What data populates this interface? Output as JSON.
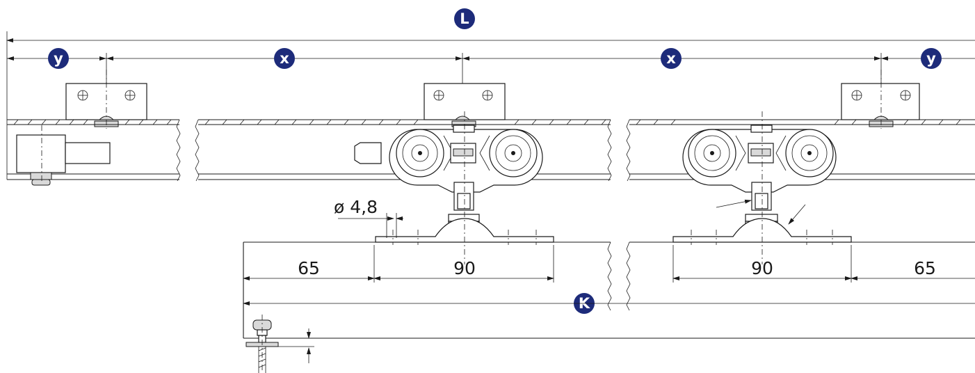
{
  "labels": {
    "L": "L",
    "K": "K",
    "x": "x",
    "y": "y"
  },
  "dimensions": {
    "hole_diameter": "ø 4,8",
    "left_edge": "65",
    "left_span": "90",
    "right_span": "90",
    "right_edge": "65"
  },
  "colors": {
    "badge": "#1d2b7a",
    "line": "#1a1a1a",
    "part_fill": "#d9d9d9"
  }
}
